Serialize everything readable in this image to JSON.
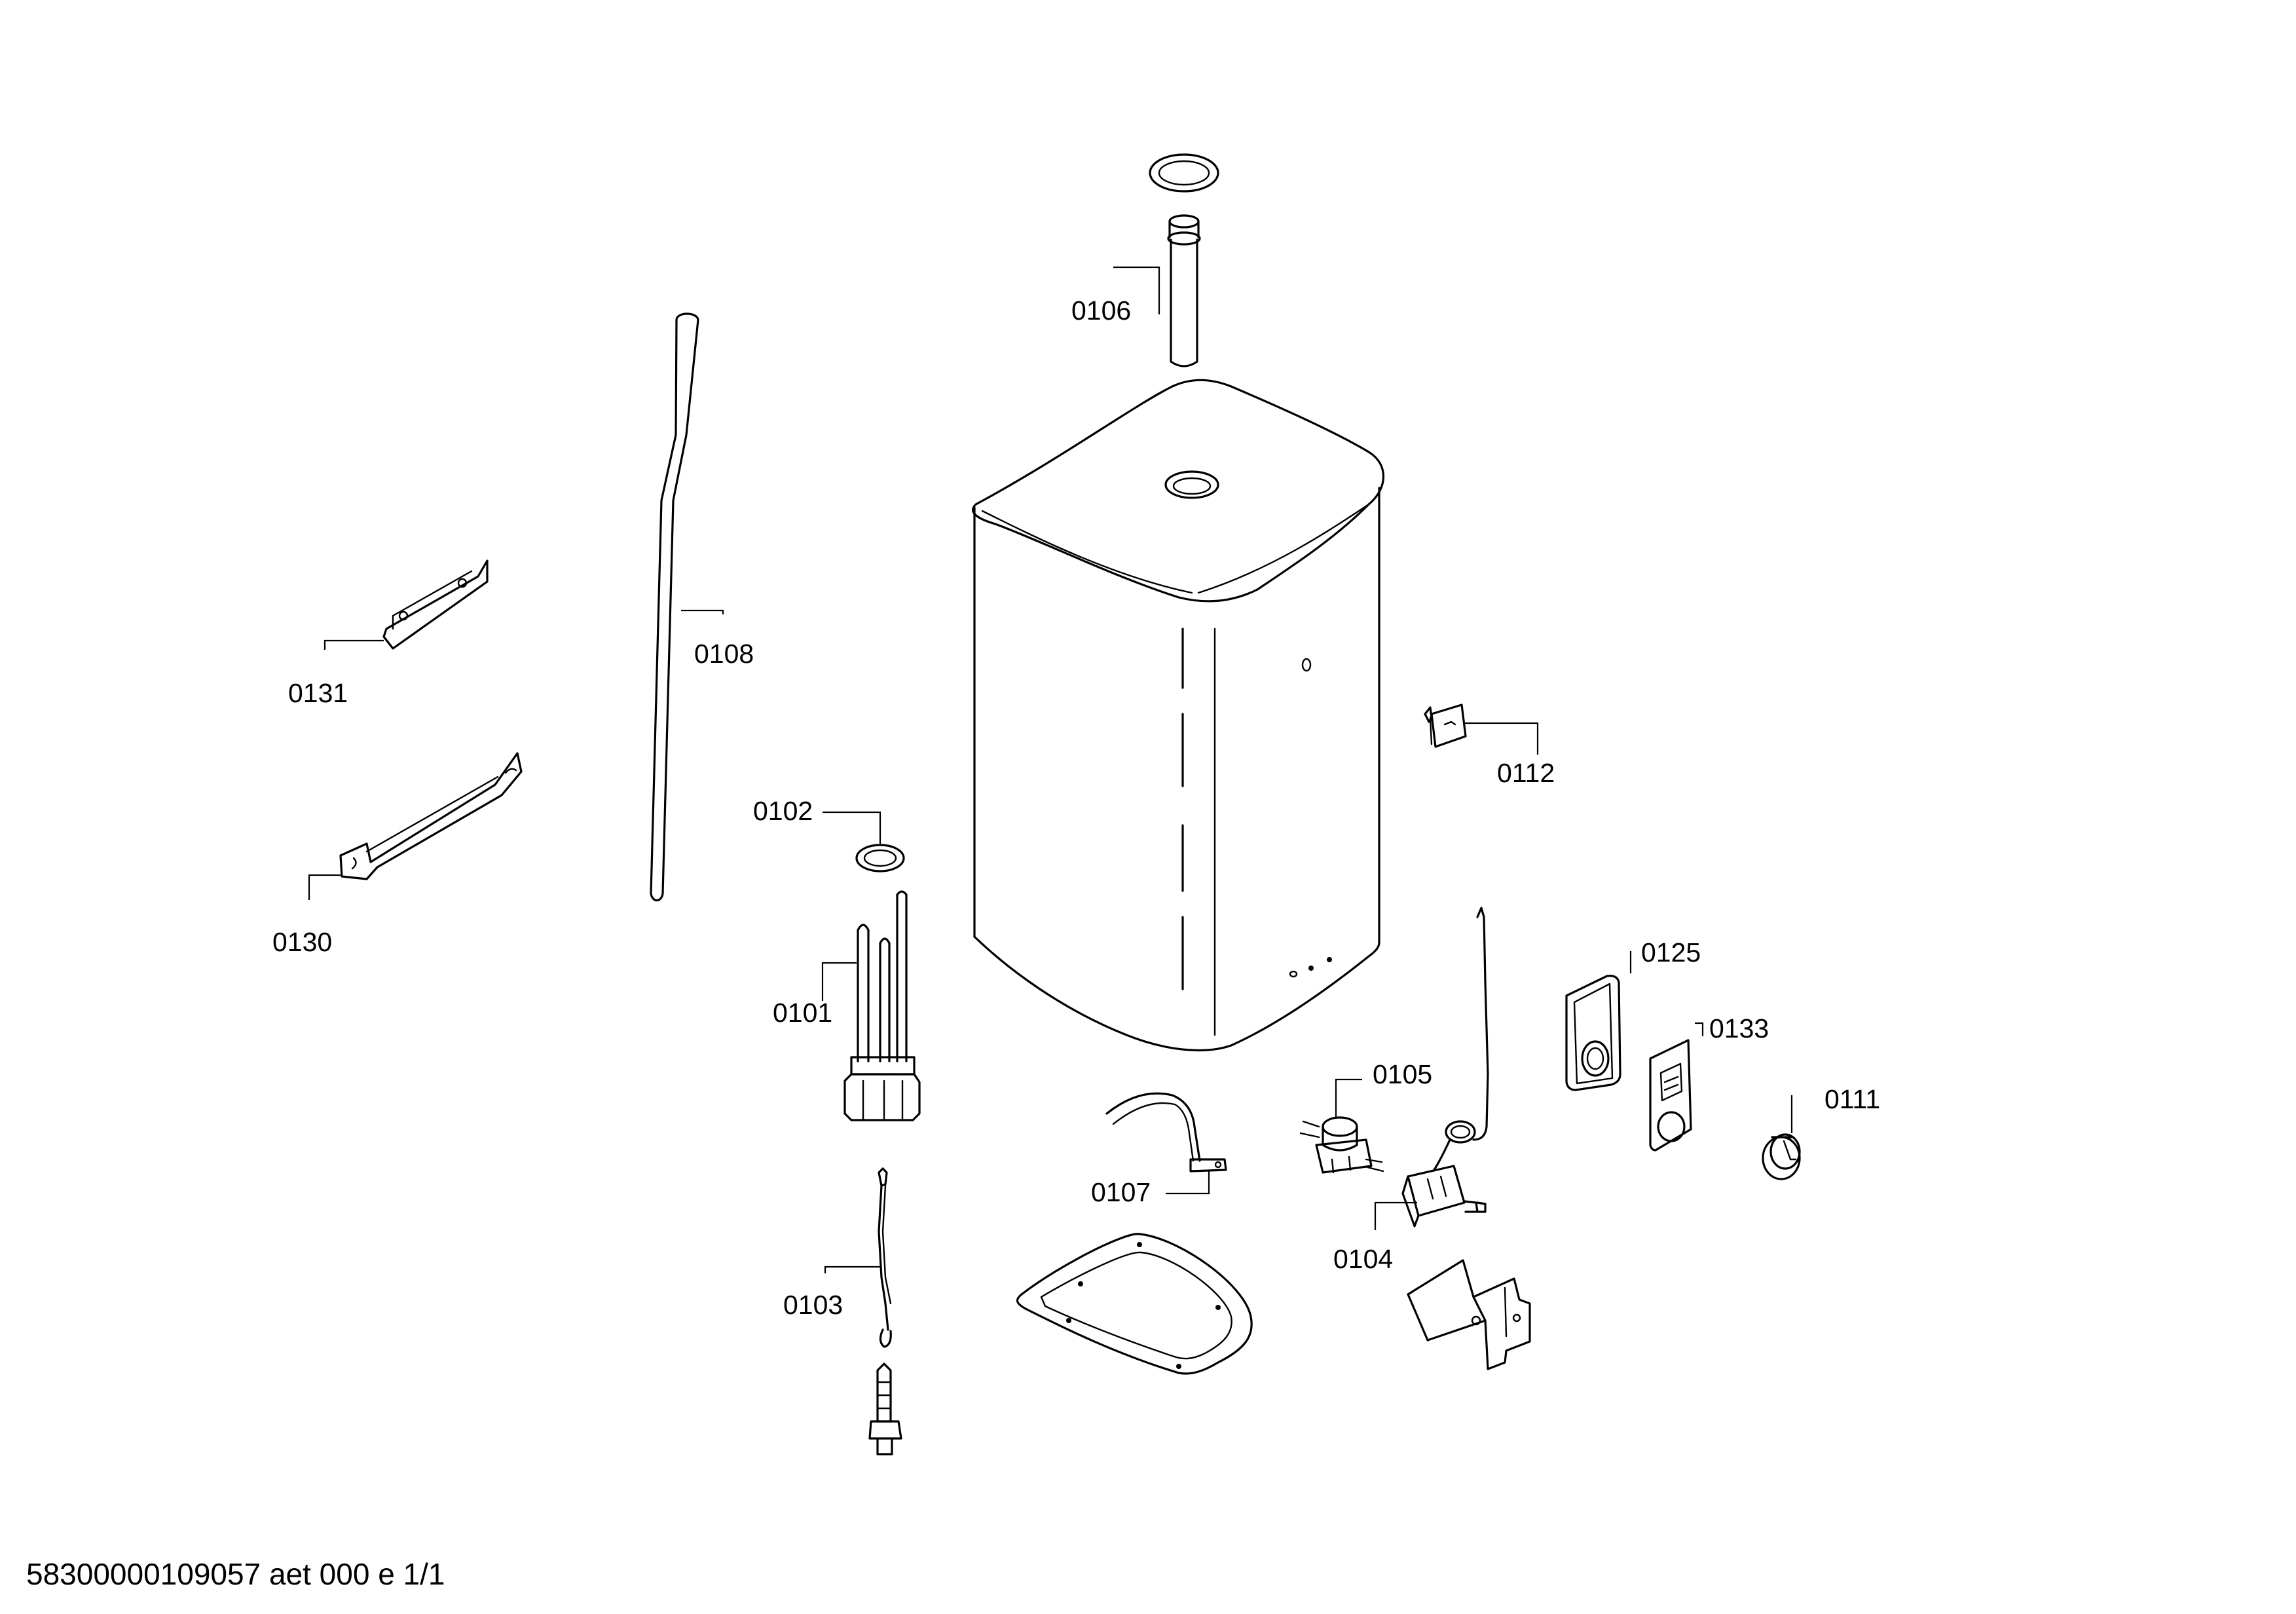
{
  "labels": {
    "l0101": "0101",
    "l0102": "0102",
    "l0103": "0103",
    "l0104": "0104",
    "l0105": "0105",
    "l0106": "0106",
    "l0107": "0107",
    "l0108": "0108",
    "l0111": "0111",
    "l0112": "0112",
    "l0125": "0125",
    "l0130": "0130",
    "l0131": "0131",
    "l0133": "0133"
  },
  "footer": {
    "text": "58300000109057 aet 000 e 1/1"
  }
}
